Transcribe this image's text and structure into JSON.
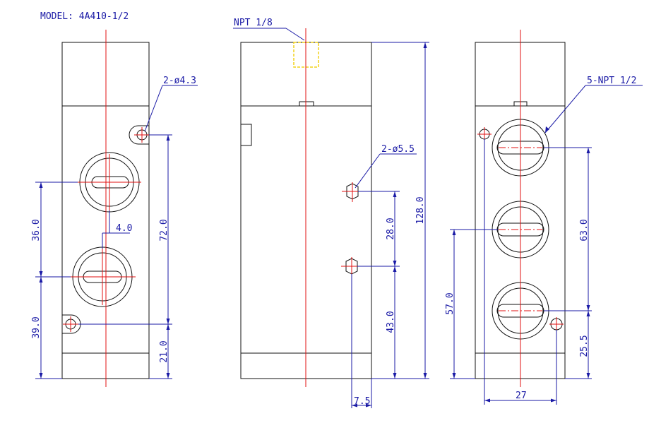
{
  "model_label": "MODEL: 4A410-1/2",
  "callouts": {
    "npt_1_8": "NPT 1/8",
    "holes_4_3": "2-ø4.3",
    "holes_5_5": "2-ø5.5",
    "ports_npt_1_2": "5-NPT 1/2"
  },
  "dimensions": {
    "d36": "36.0",
    "d4": "4.0",
    "d72": "72.0",
    "d39": "39.0",
    "d21": "21.0",
    "d128": "128.0",
    "d28": "28.0",
    "d43": "43.0",
    "d7_5": "7.5",
    "d63": "63.0",
    "d57": "57.0",
    "d25_5": "25.5",
    "d27": "27"
  },
  "colors": {
    "outline": "#111111",
    "dimension": "#1a1aa6",
    "centerline": "#e01010",
    "highlight": "#f2d21a"
  }
}
